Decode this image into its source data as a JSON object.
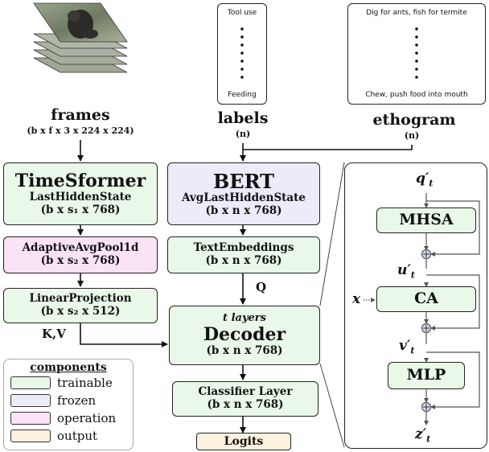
{
  "frames": {
    "title": "frames",
    "dims": "(b x f x 3 x 224 x 224)"
  },
  "labels": {
    "top": "Tool use",
    "bottom": "Feeding",
    "title": "labels",
    "dims": "(n)"
  },
  "ethogram": {
    "top": "Dig for ants, fish for termite",
    "bottom": "Chew, push food into mouth",
    "title": "ethogram",
    "dims": "(n)"
  },
  "timesformer": {
    "title": "TimeSformer",
    "sub": "LastHiddenState",
    "dims": "(b x s₁ x 768)"
  },
  "pool": {
    "title": "AdaptiveAvgPool1d",
    "dims": "(b x s₂ x 768)"
  },
  "linear": {
    "title": "LinearProjection",
    "dims": "(b x s₂ x 512)"
  },
  "bert": {
    "title": "BERT",
    "sub": "AvgLastHiddenState",
    "dims": "(b x n x 768)"
  },
  "textemb": {
    "title": "TextEmbeddings",
    "dims": "(b x n x 768)"
  },
  "decoder": {
    "layers": "t layers",
    "title": "Decoder",
    "dims": "(b x n x 768)"
  },
  "classifier": {
    "title": "Classifier Layer",
    "dims": "(b x n x 768)"
  },
  "logits": {
    "title": "Logits"
  },
  "edges": {
    "q": "Q",
    "kv": "K,V"
  },
  "detail": {
    "q_in": "q′",
    "q_sub": "t",
    "mhsa": "MHSA",
    "u": "u′",
    "u_sub": "t",
    "x": "x",
    "ca": "CA",
    "v": "v′",
    "v_sub": "t",
    "mlp": "MLP",
    "z": "z′",
    "z_sub": "t"
  },
  "legend": {
    "title": "components",
    "items": [
      {
        "label": "trainable",
        "color": "#eaf8e9"
      },
      {
        "label": "frozen",
        "color": "#ecebfa"
      },
      {
        "label": "operation",
        "color": "#fbe3f6"
      },
      {
        "label": "output",
        "color": "#fcf0de"
      }
    ]
  }
}
